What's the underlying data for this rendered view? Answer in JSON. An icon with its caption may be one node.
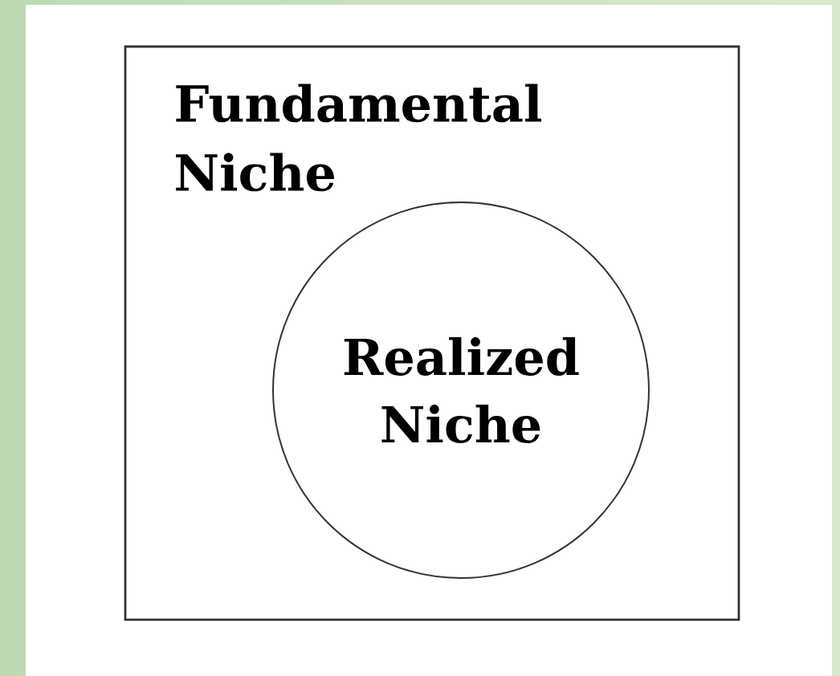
{
  "diagram": {
    "nodes": [
      {
        "text": [
          "Fundamental Niche"
        ]
      },
      {
        "text": [
          "Realized Niche"
        ],
        "in": 0
      }
    ]
  }
}
